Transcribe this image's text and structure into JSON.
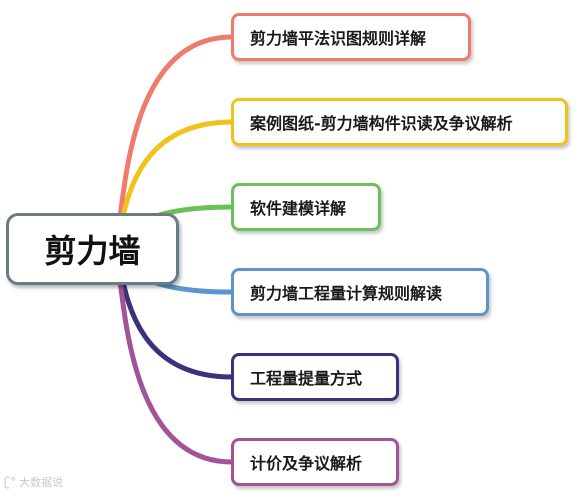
{
  "root": {
    "label": "剪力墙"
  },
  "branches": [
    {
      "label": "剪力墙平法识图规则详解",
      "color": "#ef7b6c"
    },
    {
      "label": "案例图纸-剪力墙构件识读及争议解析",
      "color": "#f2c21c"
    },
    {
      "label": "软件建模详解",
      "color": "#6cc05a"
    },
    {
      "label": "剪力墙工程量计算规则解读",
      "color": "#5b95cc"
    },
    {
      "label": "工程量提量方式",
      "color": "#3a327a"
    },
    {
      "label": "计价及争议解析",
      "color": "#a25498"
    }
  ],
  "colors": {
    "root_border": "#6b7b86"
  },
  "watermark": {
    "text": "大数据说",
    "icon": "weibo-like-icon"
  }
}
